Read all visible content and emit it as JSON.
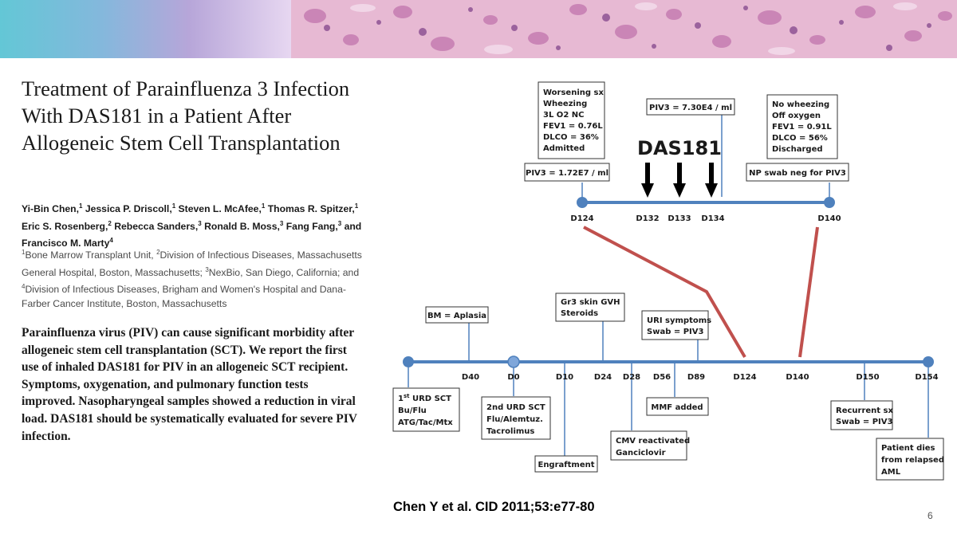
{
  "banner": {
    "colors": {
      "left_start": "#63c7d6",
      "left_end": "#e7d7f1",
      "right": "#e7b9d3",
      "cell": "#b35b9f"
    }
  },
  "title": "Treatment of Parainfluenza 3 Infection With DAS181 in a Patient After Allogeneic Stem Cell Transplantation",
  "authors": [
    {
      "name": "Yi-Bin Chen,",
      "sup": "1"
    },
    {
      "name": "Jessica P. Driscoll,",
      "sup": "1"
    },
    {
      "name": "Steven L. McAfee,",
      "sup": "1"
    },
    {
      "name": "Thomas R. Spitzer,",
      "sup": "1"
    },
    {
      "name": "Eric S. Rosenberg,",
      "sup": "2"
    },
    {
      "name": "Rebecca Sanders,",
      "sup": "3"
    },
    {
      "name": "Ronald B. Moss,",
      "sup": "3"
    },
    {
      "name": "Fang Fang,",
      "sup": "3",
      "suffix": "and"
    },
    {
      "name": "Francisco M. Marty",
      "sup": "4"
    }
  ],
  "affiliations": [
    {
      "sup": "1",
      "text": "Bone Marrow Transplant Unit, "
    },
    {
      "sup": "2",
      "text": "Division of Infectious Diseases, Massachusetts General Hospital, Boston, Massachusetts; "
    },
    {
      "sup": "3",
      "text": "NexBio, San Diego, California; and "
    },
    {
      "sup": "4",
      "text": "Division of Infectious Diseases, Brigham and Women's Hospital and Dana-Farber Cancer Institute, Boston, Massachusetts"
    }
  ],
  "abstract": "Parainfluenza virus (PIV) can cause significant morbidity after allogeneic stem cell transplantation (SCT). We report the first use of inhaled DAS181 for PIV in an allogeneic SCT recipient. Symptoms, oxygenation, and pulmonary function tests improved. Nasopharyngeal samples showed a reduction in viral load. DAS181 should be systematically evaluated for severe PIV infection.",
  "citation": "Chen Y et al. CID 2011;53:e77-80",
  "page_number": "6",
  "diagram": {
    "colors": {
      "timeline": "#4f81bd",
      "node": "#4f81bd",
      "connector": "#c0504d",
      "box_border": "#333333",
      "text": "#1a1a1a",
      "arrow": "#000000"
    },
    "upper": {
      "title": "DAS181",
      "labels": [
        "D124",
        "D132",
        "D133",
        "D134",
        "D140"
      ],
      "boxes": {
        "worsening": [
          "Worsening sx",
          "Wheezing",
          "3L O2 NC",
          "FEV1 = 0.76L",
          "DLCO = 36%",
          "Admitted"
        ],
        "piv3_initial": [
          "PIV3 = 1.72E7 / ml"
        ],
        "piv3_later": [
          "PIV3 = 7.30E4 / ml"
        ],
        "improved": [
          "No wheezing",
          "Off oxygen",
          "FEV1 = 0.91L",
          "DLCO = 56%",
          "Discharged"
        ],
        "np_swab": [
          "NP swab neg for PIV3"
        ]
      }
    },
    "lower": {
      "labels": [
        "D40",
        "D0",
        "D10",
        "D24",
        "D28",
        "D56",
        "D89",
        "D124",
        "D140",
        "D150",
        "D154"
      ],
      "boxes": {
        "first_sct": [
          "1st URD SCT",
          "Bu/Flu",
          "ATG/Tac/Mtx"
        ],
        "bm": [
          "BM = Aplasia"
        ],
        "second_sct": [
          "2nd URD SCT",
          "Flu/Alemtuz.",
          "Tacrolimus"
        ],
        "engraftment": [
          "Engraftment"
        ],
        "gvh": [
          "Gr3 skin GVH",
          "Steroids"
        ],
        "cmv": [
          "CMV reactivated",
          "Ganciclovir"
        ],
        "mmf": [
          "MMF added"
        ],
        "uri": [
          "URI symptoms",
          "Swab = PIV3"
        ],
        "recurrent": [
          "Recurrent sx",
          "Swab = PIV3"
        ],
        "dies": [
          "Patient dies",
          "from relapsed",
          "AML"
        ]
      }
    }
  }
}
